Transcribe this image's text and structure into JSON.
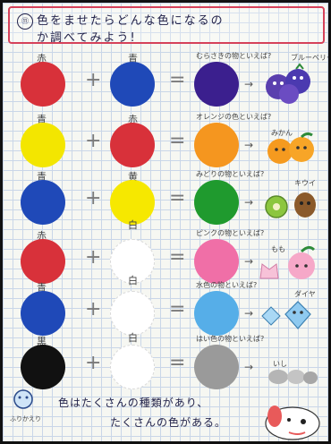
{
  "header": {
    "number_mark": "⑪",
    "line1": "色をませたらどんな色になるの",
    "line2": "か調べてみよう!"
  },
  "rows": [
    {
      "left_label": "赤",
      "right_label": "青",
      "left_color": "#d8313a",
      "right_color": "#1f49b8",
      "result_color": "#3b1f8e",
      "note": "むらさきの物といえば?",
      "note_extra": "ブルーベリー"
    },
    {
      "left_label": "青",
      "right_label": "赤",
      "left_color": "#f3e600",
      "right_color": "#d8313a",
      "result_color": "#f5961f",
      "note": "オレンジの色といえば?",
      "note_extra": "みかん"
    },
    {
      "left_label": "青",
      "right_label": "黄",
      "left_color": "#1f49b8",
      "right_color": "#f6e800",
      "result_color": "#1f9a2e",
      "note": "みどりの物といえば?",
      "note_extra": "キウイ"
    },
    {
      "left_label": "赤",
      "right_label": "白",
      "left_color": "#d8313a",
      "right_color": "#ffffff",
      "result_color": "#f06fa7",
      "note": "ピンクの物といえば?",
      "note_extra": "もも"
    },
    {
      "left_label": "青",
      "right_label": "白",
      "left_color": "#1f49b8",
      "right_color": "#ffffff",
      "result_color": "#56aee8",
      "note": "水色の物といえば?",
      "note_extra": "ダイヤ"
    },
    {
      "left_label": "黒",
      "right_label": "白",
      "left_color": "#111111",
      "right_color": "#ffffff",
      "result_color": "#9a9a9a",
      "note": "はい色の物といえば?",
      "note_extra": "いし"
    }
  ],
  "operators": {
    "plus": "+",
    "equals": "="
  },
  "arrow": "→",
  "footer": {
    "line1": "色はたくさんの種類があり、",
    "line2": "たくさんの色がある。",
    "signature": "ふりかえり"
  },
  "colors": {
    "border": "#111111",
    "header_border": "#d5425a",
    "grid": "#c9d6e8"
  }
}
